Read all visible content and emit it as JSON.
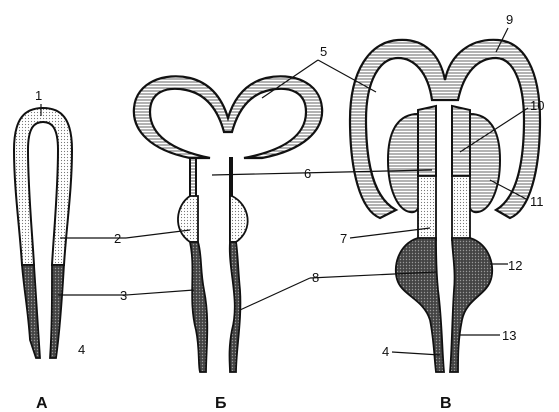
{
  "stages": [
    {
      "id": "A",
      "caption": "А"
    },
    {
      "id": "B",
      "caption": "Б"
    },
    {
      "id": "V",
      "caption": "В"
    }
  ],
  "labels": {
    "n1": "1",
    "n2": "2",
    "n3": "3",
    "n4a": "4",
    "n4b": "4",
    "n5": "5",
    "n6": "6",
    "n7": "7",
    "n8": "8",
    "n9": "9",
    "n10": "10",
    "n11": "11",
    "n12": "12",
    "n13": "13"
  },
  "fills": {
    "stripes": "#555555",
    "dots": "#888888",
    "dark": "#333333",
    "paper": "#ffffff"
  }
}
